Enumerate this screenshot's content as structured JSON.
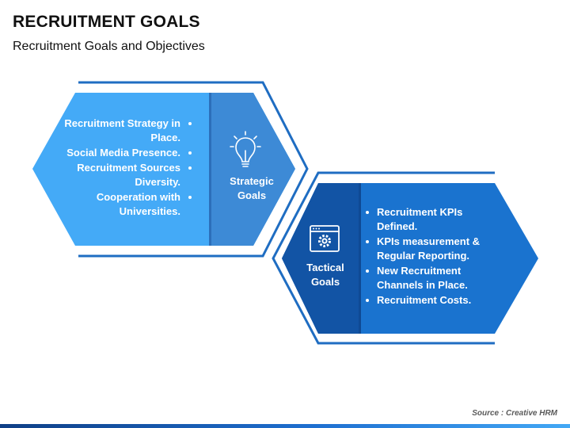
{
  "header": {
    "title": "RECRUITMENT GOALS",
    "subtitle": "Recruitment Goals and Objectives"
  },
  "strategic": {
    "label_line1": "Strategic",
    "label_line2": "Goals",
    "icon": "lightbulb-icon",
    "items": [
      "Recruitment Strategy in Place.",
      "Social Media Presence.",
      "Recruitment Sources Diversity.",
      "Cooperation with Universities."
    ]
  },
  "tactical": {
    "label_line1": "Tactical",
    "label_line2": "Goals",
    "icon": "browser-gear-icon",
    "items": [
      "Recruitment KPIs Defined.",
      "KPIs measurement & Regular Reporting.",
      "New Recruitment Channels in Place.",
      "Recruitment Costs."
    ]
  },
  "footer": {
    "source": "Source : Creative HRM"
  },
  "colors": {
    "light_blue": "#44aaf7",
    "light_blue_panel": "#3d8ad6",
    "dark_blue": "#1a73cf",
    "dark_blue_panel": "#1254a5",
    "outline": "#1f6dc2"
  }
}
